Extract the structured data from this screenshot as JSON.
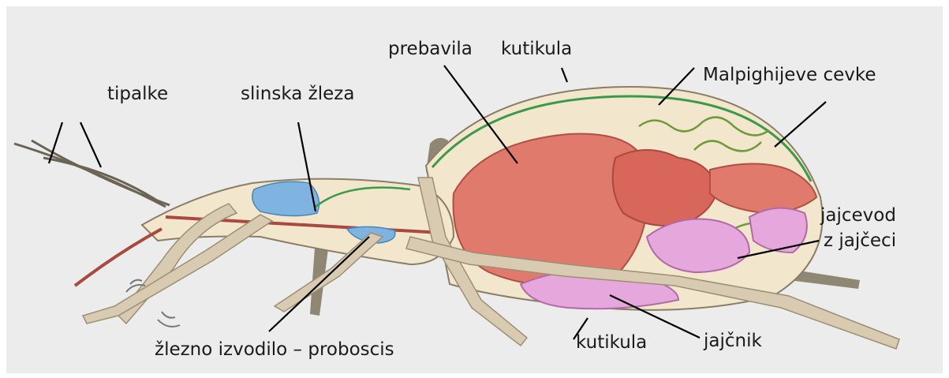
{
  "labels": {
    "tipalke": "tipalke",
    "slinska_zleza": "slinska žleza",
    "prebavila": "prebavila",
    "kutikula_top": "kutikula",
    "malpighijeve_cevke": "Malpighijeve cevke",
    "jajcevod_line1": "jajcevod",
    "jajcevod_line2": "z jajčeci",
    "jajcnik": "jajčnik",
    "kutikula_bottom": "kutikula",
    "zlezno_izvodilo": "žlezno izvodilo – proboscis"
  },
  "colors": {
    "background_panel": "#ececec",
    "body": "#f2e6cc",
    "legs": "#d8cbb2",
    "gut": "#e07a6c",
    "salivary_gland": "#7fb4e0",
    "ovary": "#e6a8dc",
    "tubules": "#6f9a3a",
    "leader_lines": "#000000"
  }
}
